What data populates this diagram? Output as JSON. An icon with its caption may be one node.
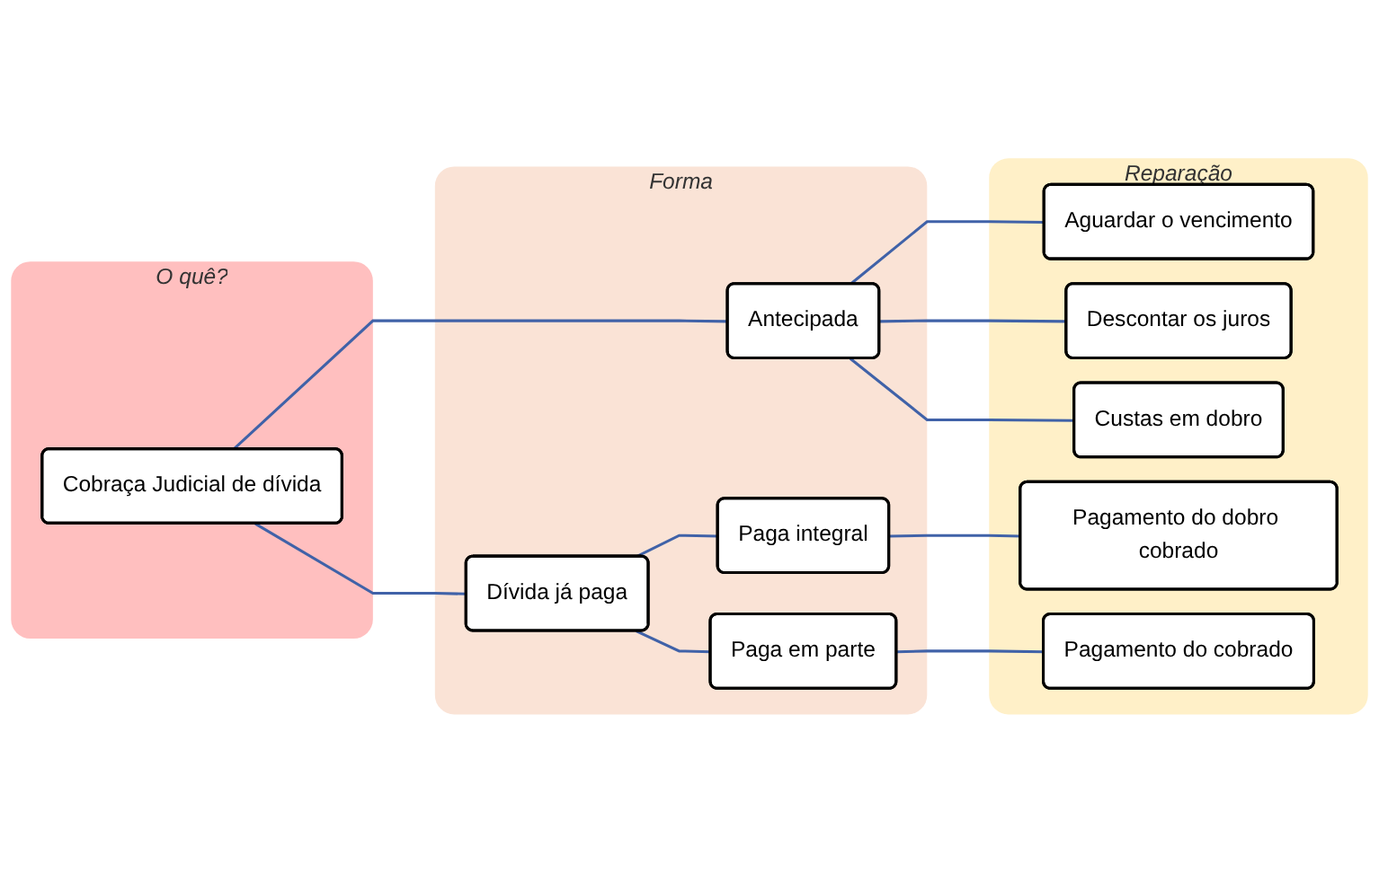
{
  "diagram": {
    "nodes": [
      {
        "text": [
          "O quê?"
        ]
      },
      {
        "text": [
          "Cobraça Judicial de dívida"
        ],
        "in": 0
      },
      {
        "text": [
          "Forma"
        ]
      },
      {
        "text": [
          "Antecipada"
        ],
        "in": 2
      },
      {
        "text": [
          "Dívida já paga"
        ],
        "in": 2
      },
      {
        "text": [
          "Paga integral"
        ],
        "in": 2
      },
      {
        "text": [
          "Paga em parte"
        ],
        "in": 2
      },
      {
        "text": [
          "Reparação"
        ]
      },
      {
        "text": [
          "Aguardar o vencimento"
        ],
        "in": 7
      },
      {
        "text": [
          "Descontar os juros"
        ],
        "in": 7
      },
      {
        "text": [
          "Custas em dobro"
        ],
        "in": 7
      },
      {
        "text": [
          "Pagamento do dobro cobrado"
        ],
        "in": 7
      },
      {
        "text": [
          "Pagamento do cobrado"
        ],
        "in": 7
      }
    ],
    "edges": [
      {
        "from": 1,
        "to": 3,
        "arrow": "none"
      },
      {
        "from": 1,
        "to": 4,
        "arrow": "none"
      },
      {
        "from": 3,
        "to": 8,
        "arrow": "none"
      },
      {
        "from": 3,
        "to": 9,
        "arrow": "none"
      },
      {
        "from": 3,
        "to": 10,
        "arrow": "none"
      },
      {
        "from": 4,
        "to": 5,
        "arrow": "none"
      },
      {
        "from": 4,
        "to": 6,
        "arrow": "none"
      },
      {
        "from": 5,
        "to": 11,
        "arrow": "none"
      },
      {
        "from": 6,
        "to": 12,
        "arrow": "none"
      }
    ]
  }
}
